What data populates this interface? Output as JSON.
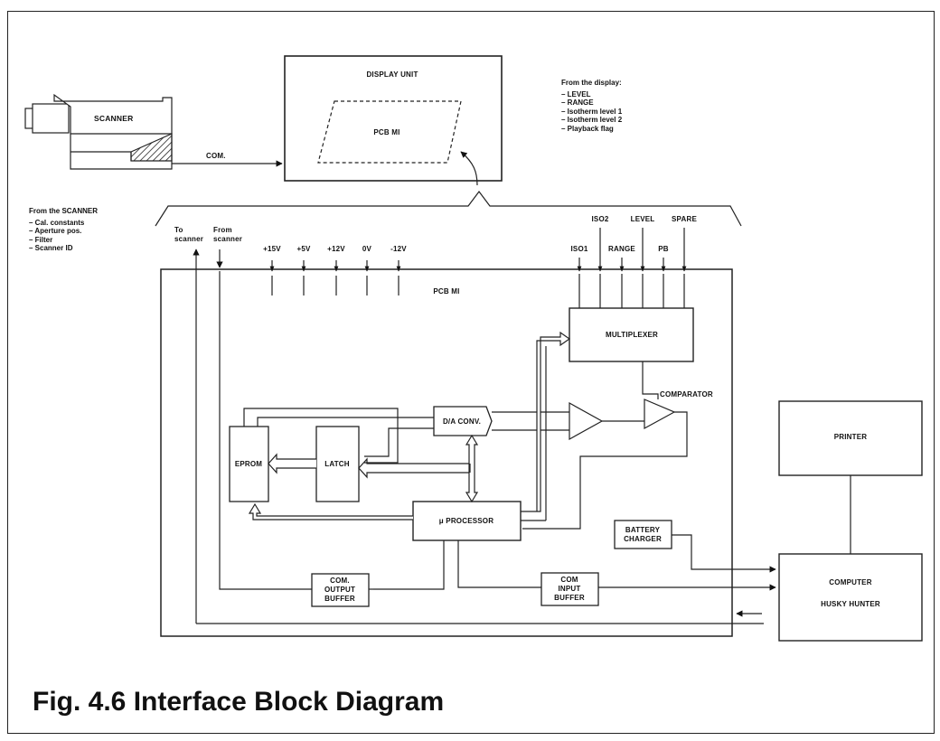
{
  "figure": {
    "caption": "Fig. 4.6 Interface Block Diagram"
  },
  "scanner": {
    "label": "SCANNER",
    "link_label": "COM."
  },
  "display_unit": {
    "title": "DISPLAY UNIT",
    "inner_label": "PCB MI"
  },
  "display_notes": {
    "heading": "From the display:",
    "items": [
      "LEVEL",
      "RANGE",
      "Isotherm level 1",
      "Isotherm level 2",
      "Playback flag"
    ]
  },
  "scanner_notes": {
    "heading": "From the SCANNER",
    "items": [
      "Cal. constants",
      "Aperture pos.",
      "Filter",
      "Scanner ID"
    ]
  },
  "pcb": {
    "title": "PCB MI",
    "to_scanner": [
      "To",
      "scanner"
    ],
    "from_scanner": [
      "From",
      "scanner"
    ],
    "power_rails": [
      "+15V",
      "+5V",
      "+12V",
      "0V",
      "-12V"
    ],
    "signals_top": [
      "ISO2",
      "LEVEL",
      "SPARE"
    ],
    "signals_bottom": [
      "ISO1",
      "RANGE",
      "PB"
    ],
    "blocks": {
      "multiplexer": "MULTIPLEXER",
      "comparator": "COMPARATOR",
      "da_conv": "D/A CONV.",
      "eprom": "EPROM",
      "latch": "LATCH",
      "processor": "μ PROCESSOR",
      "com_output": [
        "COM.",
        "OUTPUT",
        "BUFFER"
      ],
      "com_input": [
        "COM",
        "INPUT",
        "BUFFER"
      ]
    }
  },
  "external": {
    "printer": "PRINTER",
    "battery_charger": [
      "BATTERY",
      "CHARGER"
    ],
    "computer": [
      "COMPUTER",
      "HUSKY HUNTER"
    ]
  }
}
